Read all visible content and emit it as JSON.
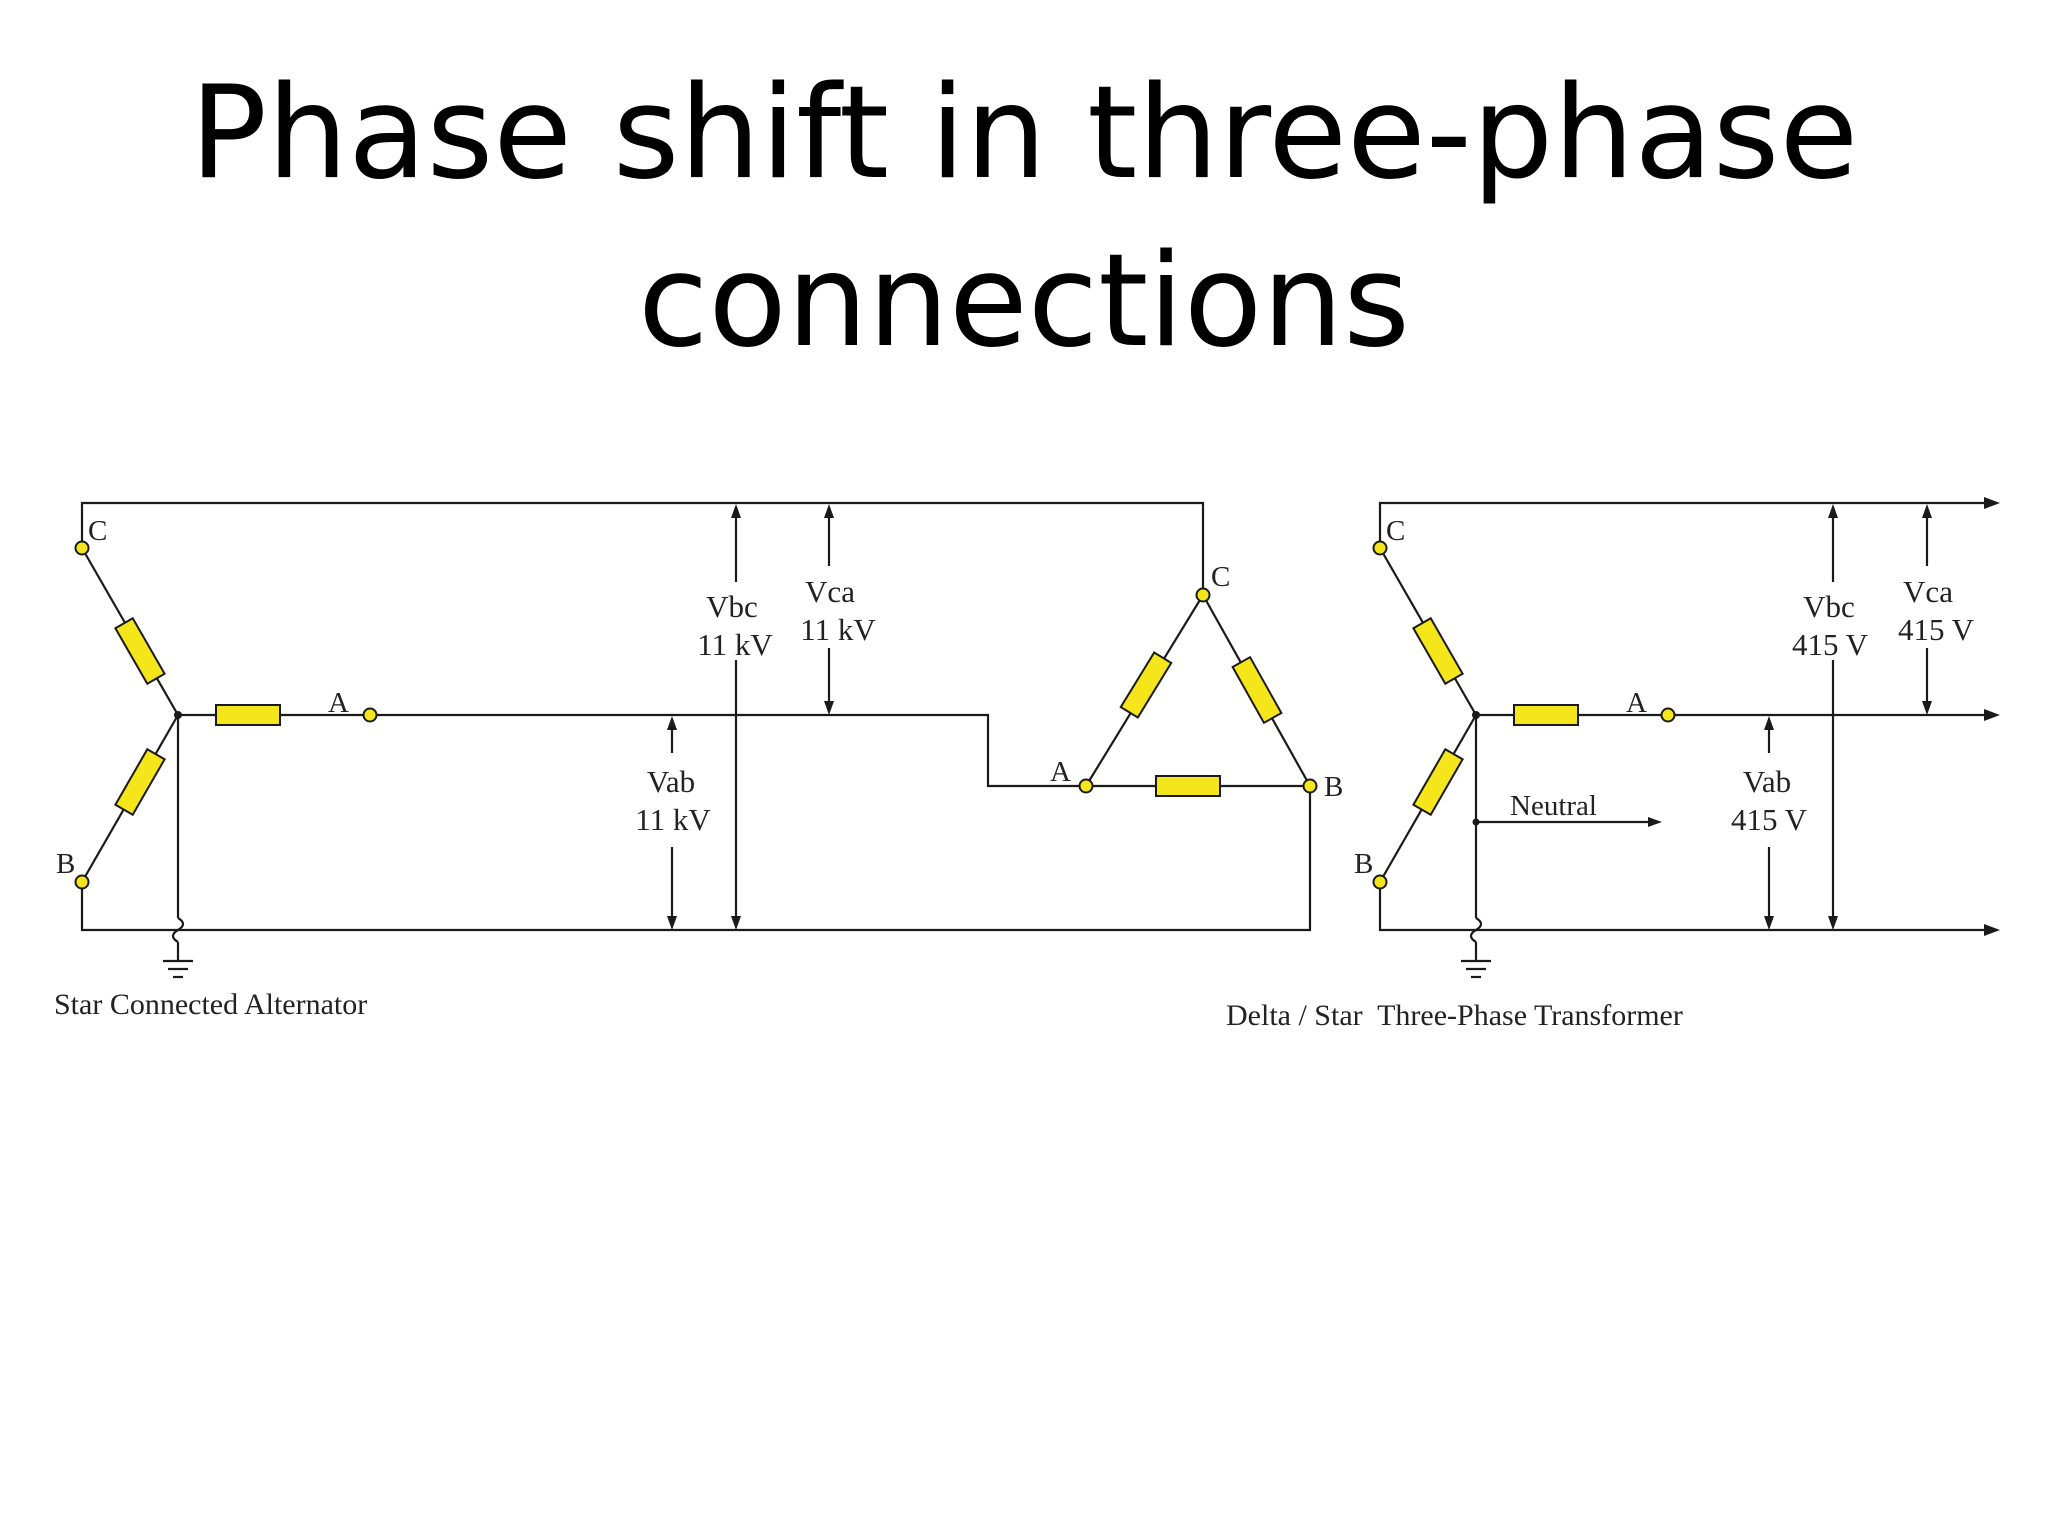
{
  "slide": {
    "title_line1": "Phase shift in three-phase",
    "title_line2": "connections"
  },
  "colors": {
    "winding": "#f4e61a",
    "wire": "#1a1a1a",
    "background": "#ffffff"
  },
  "left_circuit": {
    "caption": "Star Connected Alternator",
    "star_labels": {
      "a": "A",
      "b": "B",
      "c": "C"
    },
    "delta_labels": {
      "a": "A",
      "b": "B",
      "c": "C"
    },
    "vbc": {
      "name": "Vbc",
      "value": "11 kV"
    },
    "vca": {
      "name": "Vca",
      "value": "11 kV"
    },
    "vab": {
      "name": "Vab",
      "value": "11 kV"
    },
    "ground_icon": "ground-icon"
  },
  "right_circuit": {
    "caption": "Delta / Star  Three-Phase Transformer",
    "star_labels": {
      "a": "A",
      "b": "B",
      "c": "C"
    },
    "neutral_label": "Neutral",
    "vbc": {
      "name": "Vbc",
      "value": "415 V"
    },
    "vca": {
      "name": "Vca",
      "value": "415 V"
    },
    "vab": {
      "name": "Vab",
      "value": "415 V"
    },
    "ground_icon": "ground-icon"
  }
}
